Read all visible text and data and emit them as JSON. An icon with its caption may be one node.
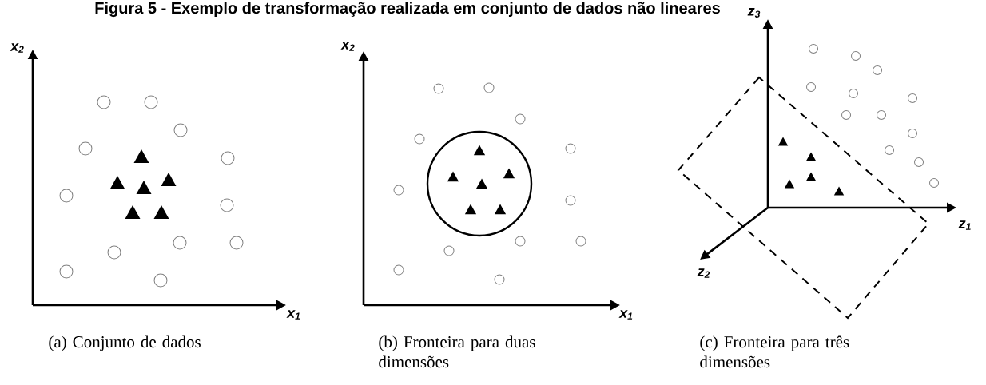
{
  "diagram": {
    "title": "Figura 5 - Exemplo de transformação realizada em conjunto de dados não lineares",
    "labels": [
      "x$_{2}$",
      "x$_{1}$",
      "x$_{2}$",
      "x$_{1}$",
      "z$_{3}$",
      "z$_{1}$",
      "z$_{2}$",
      "(a) Conjunto de dados",
      "(b) Fronteira para duas dimensões",
      "(c) Fronteira para três dimensões"
    ]
  }
}
